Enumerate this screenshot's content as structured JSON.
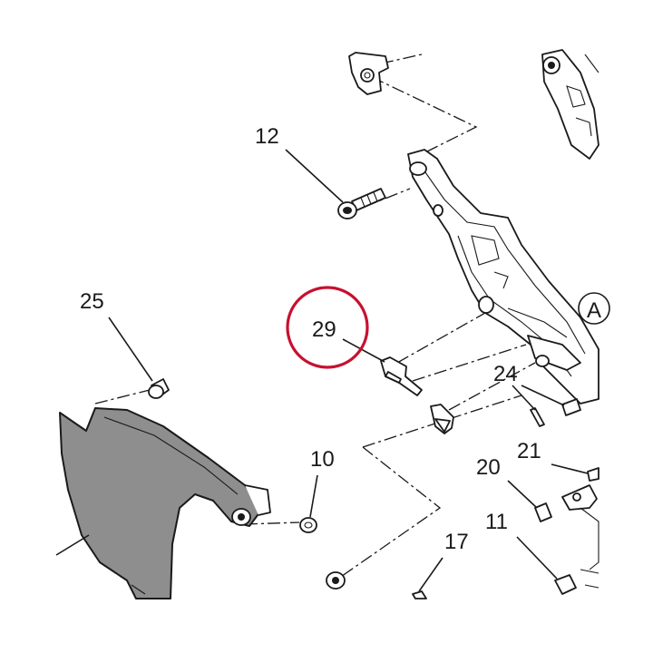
{
  "diagram": {
    "callouts": {
      "c12": "12",
      "c25": "25",
      "c29": "29",
      "c24": "24",
      "c10": "10",
      "c21": "21",
      "c20": "20",
      "c11": "11",
      "c17": "17",
      "ref_a": "A"
    },
    "highlight_color": "#c8102e",
    "part_fill_color": "#8e8e8e"
  }
}
